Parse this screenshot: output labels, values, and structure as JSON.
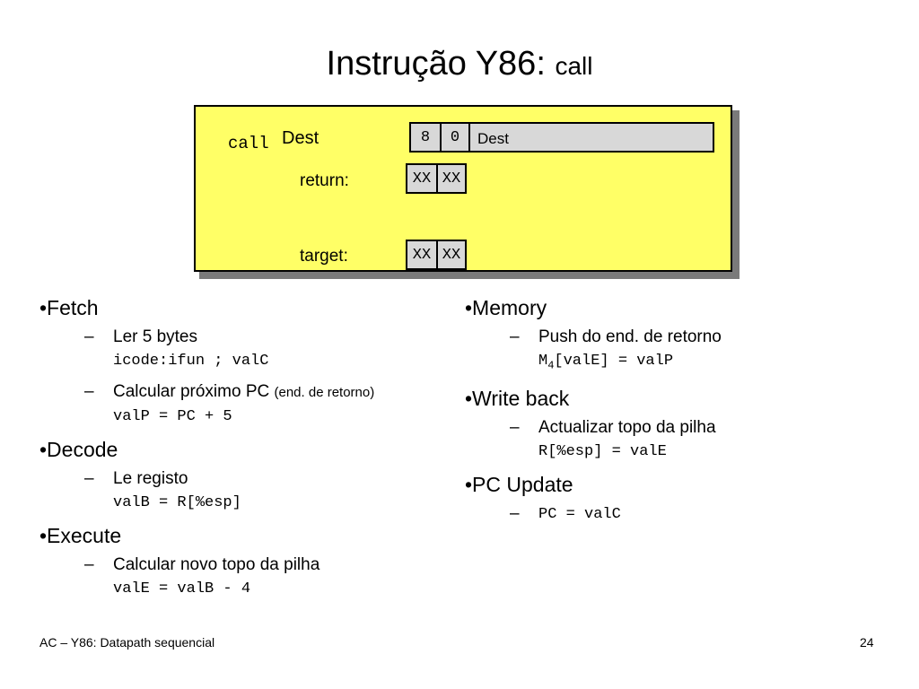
{
  "title": {
    "main": "Instrução Y86: ",
    "instr": "call"
  },
  "encoding": {
    "mnemonic": "call",
    "operand": "Dest",
    "bytes": [
      "8",
      "0"
    ],
    "dest_field": "Dest",
    "return_label": "return:",
    "return_bytes": [
      "XX",
      "XX"
    ],
    "target_label": "target:",
    "target_bytes": [
      "XX",
      "XX"
    ]
  },
  "stages_left": {
    "fetch": {
      "label": "•Fetch",
      "items": [
        {
          "text": "Ler 5 bytes",
          "code": "icode:ifun ; valC"
        },
        {
          "text": "Calcular próximo PC ",
          "note": "(end. de retorno)",
          "code": "valP = PC + 5"
        }
      ]
    },
    "decode": {
      "label": "•Decode",
      "items": [
        {
          "text": "Le registo",
          "code": "valB = R[%esp]"
        }
      ]
    },
    "execute": {
      "label": "•Execute",
      "items": [
        {
          "text": "Calcular novo topo da pilha",
          "code": "valE = valB - 4"
        }
      ]
    }
  },
  "stages_right": {
    "memory": {
      "label": "•Memory",
      "items": [
        {
          "text": "Push do end. de retorno",
          "code_pre": "M",
          "code_sub": "4",
          "code_post": "[valE] = valP"
        }
      ]
    },
    "writeback": {
      "label": "•Write back",
      "items": [
        {
          "text": "Actualizar topo da pilha",
          "code": "R[%esp] = valE"
        }
      ]
    },
    "pcupdate": {
      "label": "•PC Update",
      "items": [
        {
          "code": "PC = valC"
        }
      ]
    }
  },
  "dash": "–",
  "footer": {
    "left": "AC – Y86: Datapath sequencial",
    "page": "24"
  }
}
